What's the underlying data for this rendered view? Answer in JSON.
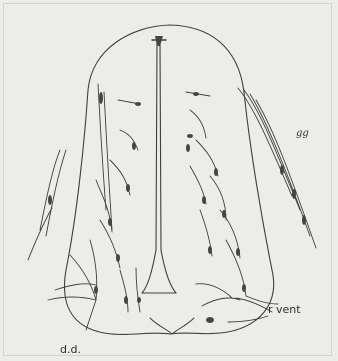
{
  "figure": {
    "labels": {
      "gg": "gg",
      "r_vent": "r vent",
      "dd": "d.d."
    }
  }
}
